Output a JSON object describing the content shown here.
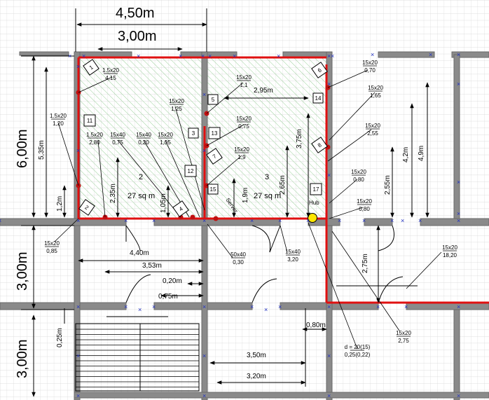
{
  "colors": {
    "grid": "#c8c8c8",
    "wall": "#8a8a8a",
    "wall_dark": "#6e6e6e",
    "cable": "#e01010",
    "room_hatch": "#8fcf8f",
    "marker": "#2030c0",
    "hub": "#ffe600"
  },
  "top_dims": {
    "overall": "4,50m",
    "inner": "3,00m"
  },
  "left_dims": {
    "zone1": "6,00m",
    "zone2": "3,00m",
    "zone3": "3,00m"
  },
  "measurements": {
    "h535": "5,35m",
    "h12": "1,2m",
    "h235": "2,35m",
    "h105": "1,05m",
    "w295": "2,95m",
    "h375": "3,75m",
    "h265": "2,65m",
    "h19": "1,9m",
    "h49": "4,9m",
    "h42": "4,2m",
    "h255": "2,55m",
    "w440": "4,40m",
    "w353": "3,53m",
    "w020": "0,20m",
    "w075": "0,75m",
    "h275": "2,75m",
    "w080": "0,80m",
    "w350": "3,50m",
    "w320": "3,20m",
    "h025": "0,25m"
  },
  "rooms": [
    {
      "number": "2",
      "area": "27 sq m"
    },
    {
      "number": "3",
      "area": "27 sq m"
    }
  ],
  "labels": {
    "server": "Server",
    "hub": "Hub",
    "outlets": [
      "1",
      "2",
      "3",
      "4",
      "5",
      "6",
      "7",
      "8",
      "11",
      "12",
      "13",
      "14",
      "15",
      "17"
    ]
  },
  "callouts": [
    {
      "top": "1.5x20",
      "bottom": "4,15"
    },
    {
      "top": "1.5x20",
      "bottom": "1,20"
    },
    {
      "top": "1.5x20",
      "bottom": "2,80"
    },
    {
      "top": "15x40",
      "bottom": "0,75"
    },
    {
      "top": "15x40",
      "bottom": "0,20"
    },
    {
      "top": "15x20",
      "bottom": "1,05"
    },
    {
      "top": "15x20",
      "bottom": "1,25"
    },
    {
      "top": "15x20",
      "bottom": "1,1"
    },
    {
      "top": "15x20",
      "bottom": "0,75"
    },
    {
      "top": "15x20",
      "bottom": "1,9"
    },
    {
      "top": "15x20",
      "bottom": "0,70"
    },
    {
      "top": "15x20",
      "bottom": "1,65"
    },
    {
      "top": "15x20",
      "bottom": "2,55"
    },
    {
      "top": "15x20",
      "bottom": "0,80"
    },
    {
      "top": "15x20",
      "bottom": "0,80"
    },
    {
      "top": "15x20",
      "bottom": "0,85"
    },
    {
      "top": "50x40",
      "bottom": "0,30"
    },
    {
      "top": "15x40",
      "bottom": "3,20"
    },
    {
      "top": "15x20",
      "bottom": "18,20"
    },
    {
      "top": "15x20",
      "bottom": "2,75"
    },
    {
      "top": "d = 20(15)",
      "bottom": "0,25(0,22)"
    }
  ]
}
